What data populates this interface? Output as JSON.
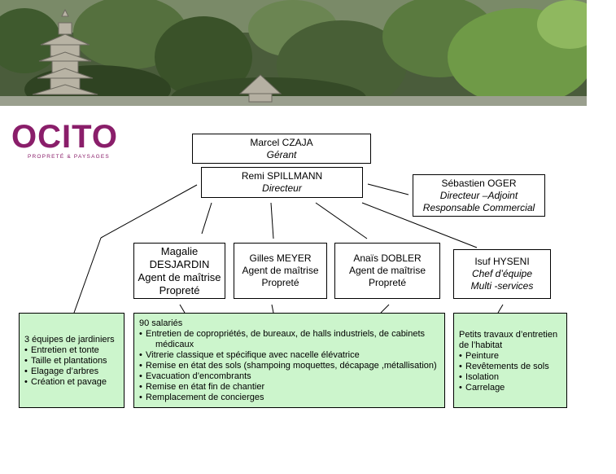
{
  "logo": {
    "word": "OCITO",
    "tagline": "PROPRETÉ & PAYSAGES"
  },
  "colors": {
    "brand": "#8a1e6a",
    "box_fill": "#ccf5cc"
  },
  "org": {
    "gerant": {
      "name": "Marcel CZAJA",
      "role": "Gérant"
    },
    "directeur": {
      "name": "Remi SPILLMANN",
      "role": "Directeur"
    },
    "adjoint": {
      "name": "Sébastien OGER",
      "role1": "Directeur –Adjoint",
      "role2": "Responsable Commercial"
    },
    "desjardin": {
      "line1": "Magalie",
      "line2": "DESJARDIN",
      "line3": "Agent de maîtrise",
      "line4": "Propreté"
    },
    "meyer": {
      "line1": "Gilles MEYER",
      "line2": "Agent de maîtrise",
      "line3": "Propreté"
    },
    "dobler": {
      "line1": "Anaïs DOBLER",
      "line2": "Agent de maîtrise",
      "line3": "Propreté"
    },
    "hyseni": {
      "name": "Isuf HYSENI",
      "role1": "Chef  d’équipe",
      "role2": "Multi -services"
    }
  },
  "teams": {
    "jardiniers": {
      "header": "3 équipes de jardiniers",
      "items": [
        "Entretien et tonte",
        "Taille et plantations",
        "Elagage d’arbres",
        "Création et pavage"
      ]
    },
    "salaries": {
      "header": "90 salariés",
      "items": [
        "Entretien de copropriétés, de bureaux, de halls industriels, de cabinets",
        "médicaux",
        "Vitrerie classique et spécifique avec nacelle élévatrice",
        "Remise en état des sols (shampoing moquettes, décapage ,métallisation)",
        "Evacuation d’encombrants",
        "Remise en état fin de chantier",
        "Remplacement de concierges"
      ]
    },
    "habitat": {
      "header1": "Petits travaux d’entretien",
      "header2": "de l’habitat",
      "items": [
        "Peinture",
        "Revêtements de sols",
        "Isolation",
        "Carrelage"
      ]
    }
  }
}
